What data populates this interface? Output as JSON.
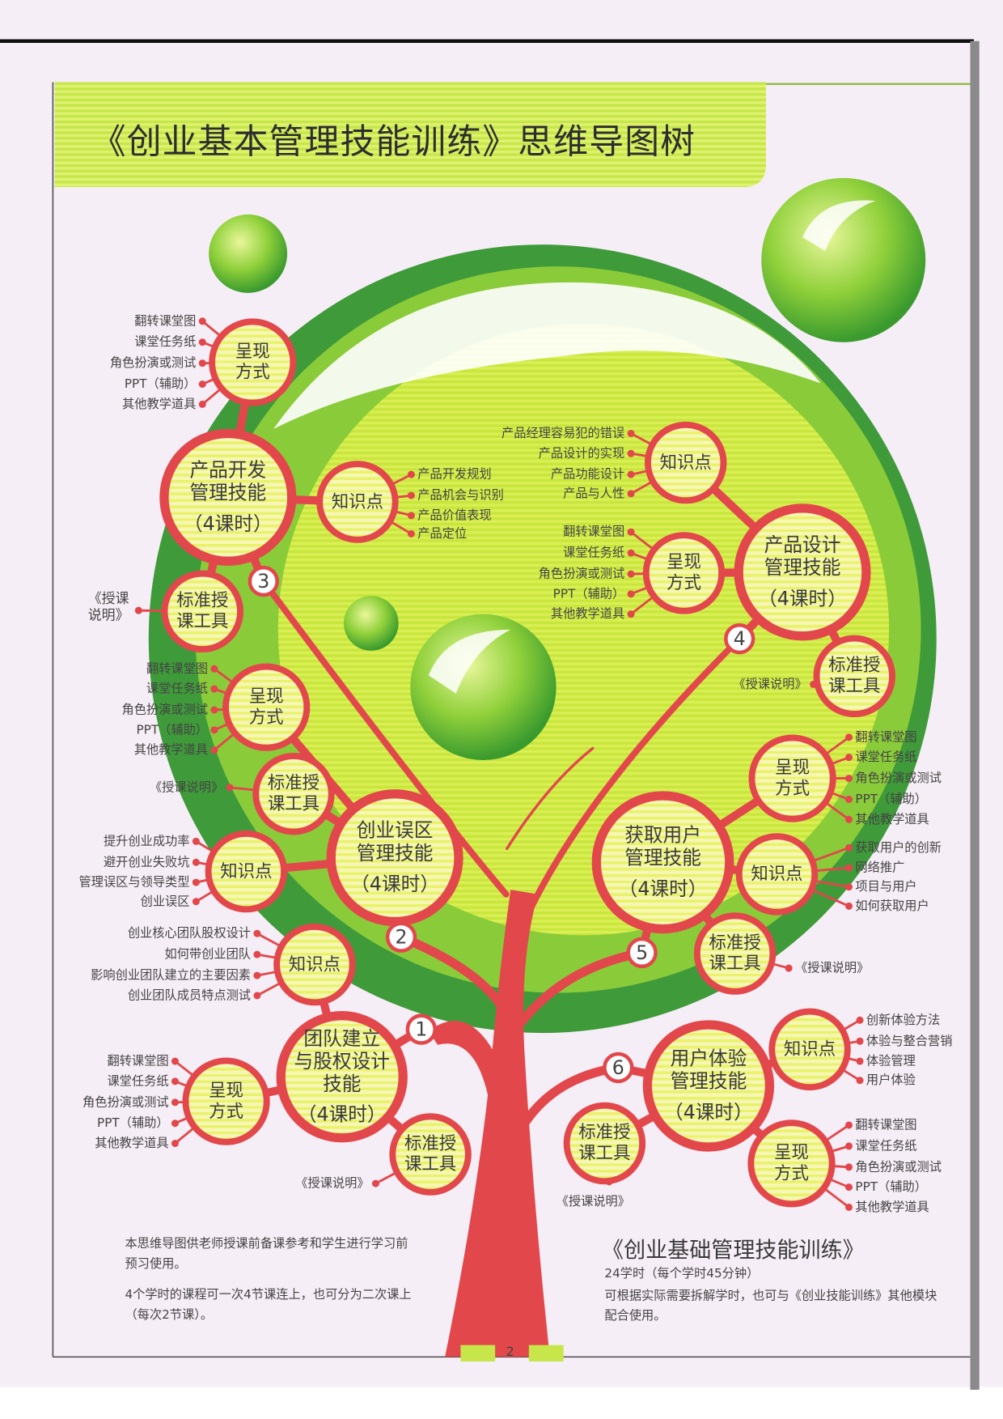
{
  "title": "《创业基本管理技能训练》思维导图树",
  "common": {
    "hours": "（4课时）",
    "knowledge_label": "知识点",
    "present_label": [
      "呈现",
      "方式"
    ],
    "tool_label": [
      "标准授",
      "课工具"
    ],
    "present_items": [
      "翻转课堂图",
      "课堂任务纸",
      "角色扮演或测试",
      "PPT（辅助）",
      "其他教学道具"
    ],
    "tool_items": [
      "《授课说明》"
    ]
  },
  "modules": [
    {
      "badge": "1",
      "name": [
        "团队建立",
        "与股权设计技能"
      ],
      "knowledge_items": [
        "创业核心团队股权设计",
        "如何带创业团队",
        "影响创业团队建立的主要因素",
        "创业团队成员特点测试"
      ]
    },
    {
      "badge": "2",
      "name": [
        "创业误区",
        "管理技能"
      ],
      "knowledge_items": [
        "提升创业成功率",
        "避开创业失败坑",
        "管理误区与领导类型",
        "创业误区"
      ]
    },
    {
      "badge": "3",
      "name": [
        "产品开发",
        "管理技能"
      ],
      "knowledge_items": [
        "产品开发规划",
        "产品机会与识别",
        "产品价值表现",
        "产品定位"
      ]
    },
    {
      "badge": "4",
      "name": [
        "产品设计",
        "管理技能"
      ],
      "knowledge_items": [
        "产品经理容易犯的错误",
        "产品设计的实现",
        "产品功能设计",
        "产品与人性"
      ]
    },
    {
      "badge": "5",
      "name": [
        "获取用户",
        "管理技能"
      ],
      "knowledge_items": [
        "获取用户的创新",
        "网络推广",
        "项目与用户",
        "如何获取用户"
      ]
    },
    {
      "badge": "6",
      "name": [
        "用户体验",
        "管理技能"
      ],
      "knowledge_items": [
        "创新体验方法",
        "体验与整合营销",
        "体验管理",
        "用户体验"
      ]
    }
  ],
  "notes_left": [
    "本思维导图供老师授课前备课参考和学生进行学习前预习使用。",
    "4个学时的课程可一次4节课连上，也可分为二次课上（每次2节课）。"
  ],
  "notes_right": {
    "title": "《创业基础管理技能训练》",
    "lines": [
      "24学时（每个学时45分钟）",
      "可根据实际需要拆解学时，也可与《创业技能训练》其他模块配合使用。"
    ]
  },
  "page_number": "2",
  "colors": {
    "red": "#e2474b",
    "dark_green": "#3f9a3a",
    "lime": "#d6ec4a",
    "page": "#f6eef6"
  }
}
